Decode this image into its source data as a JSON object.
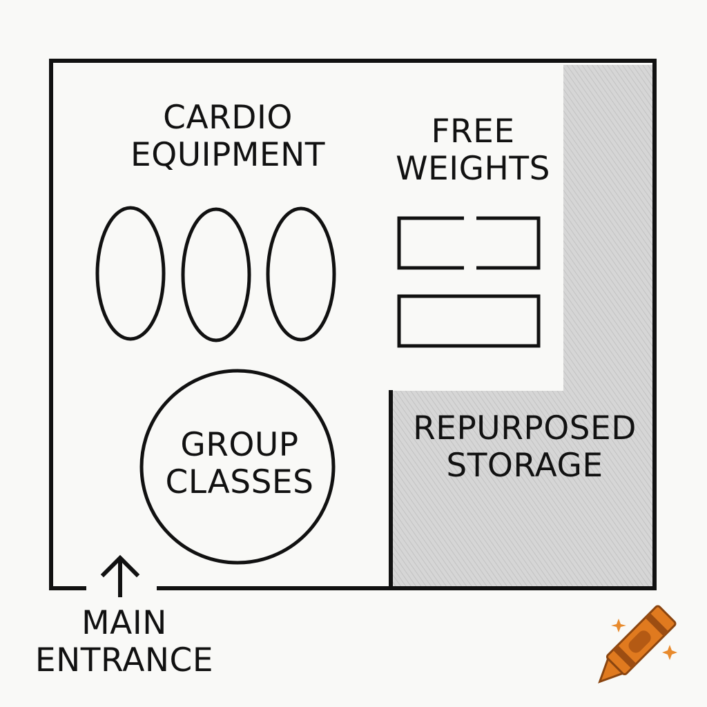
{
  "zones": {
    "cardio": {
      "line1": "CARDIO",
      "line2": "EQUIPMENT"
    },
    "free_weights": {
      "line1": "FREE",
      "line2": "WEIGHTS"
    },
    "group_classes": {
      "line1": "GROUP",
      "line2": "CLASSES"
    },
    "storage": {
      "line1": "REPURPOSED",
      "line2": "STORAGE"
    }
  },
  "entrance": {
    "line1": "MAIN",
    "line2": "ENTRANCE"
  },
  "colors": {
    "background": "#f9f9f7",
    "walls": "#111111",
    "storage_fill": "#d4d4d4",
    "crayon": "#e07a1f"
  },
  "icons": [
    "up-arrow-icon",
    "crayon-icon",
    "sparkle-icon"
  ]
}
